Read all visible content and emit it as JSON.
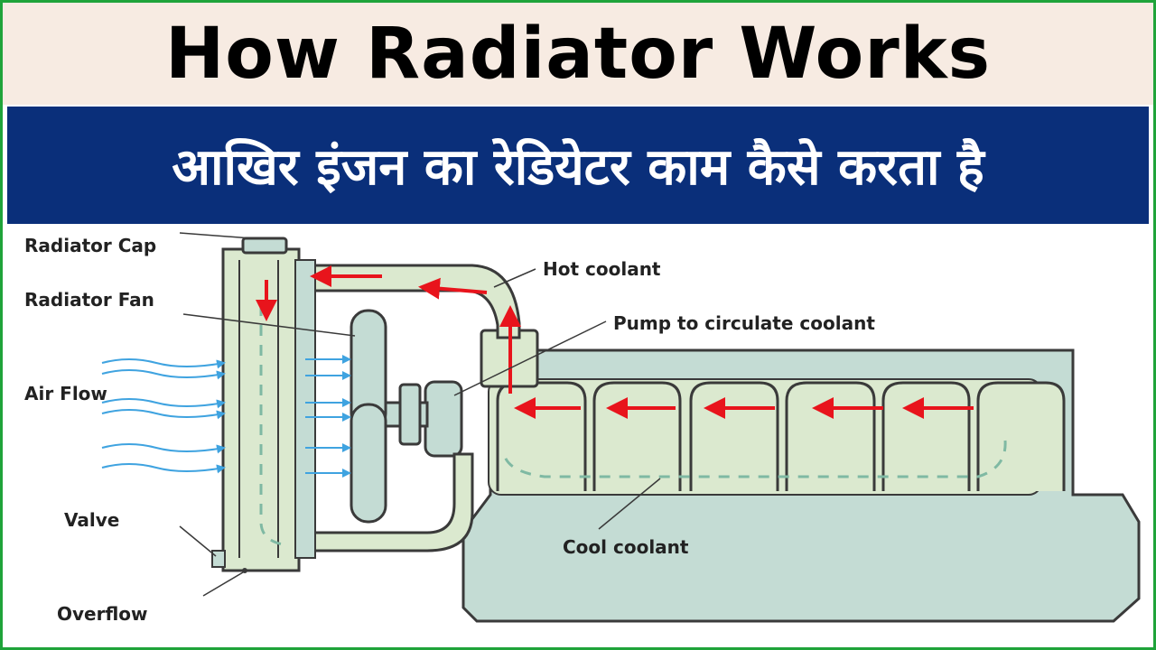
{
  "title": "How Radiator Works",
  "subtitle": "आखिर इंजन का रेडियेटर काम कैसे करता है",
  "labels": {
    "radiator_cap": "Radiator Cap",
    "radiator_fan": "Radiator Fan",
    "air_flow": "Air Flow",
    "valve": "Valve",
    "overflow": "Overflow",
    "hot_coolant": "Hot coolant",
    "pump": "Pump to circulate coolant",
    "cool_coolant": "Cool coolant"
  },
  "colors": {
    "border": "#1fa33a",
    "title_bg": "#f7ebe2",
    "subtitle_bg": "#0a2f7a",
    "coolant_fill": "#dbe9cf",
    "engine_fill": "#c4dcd4",
    "flow_arrow": "#e8141c",
    "air_arrow": "#3fa3e0"
  },
  "icons": [
    "radiator-cap-icon",
    "fan-icon",
    "pump-icon",
    "valve-icon"
  ]
}
